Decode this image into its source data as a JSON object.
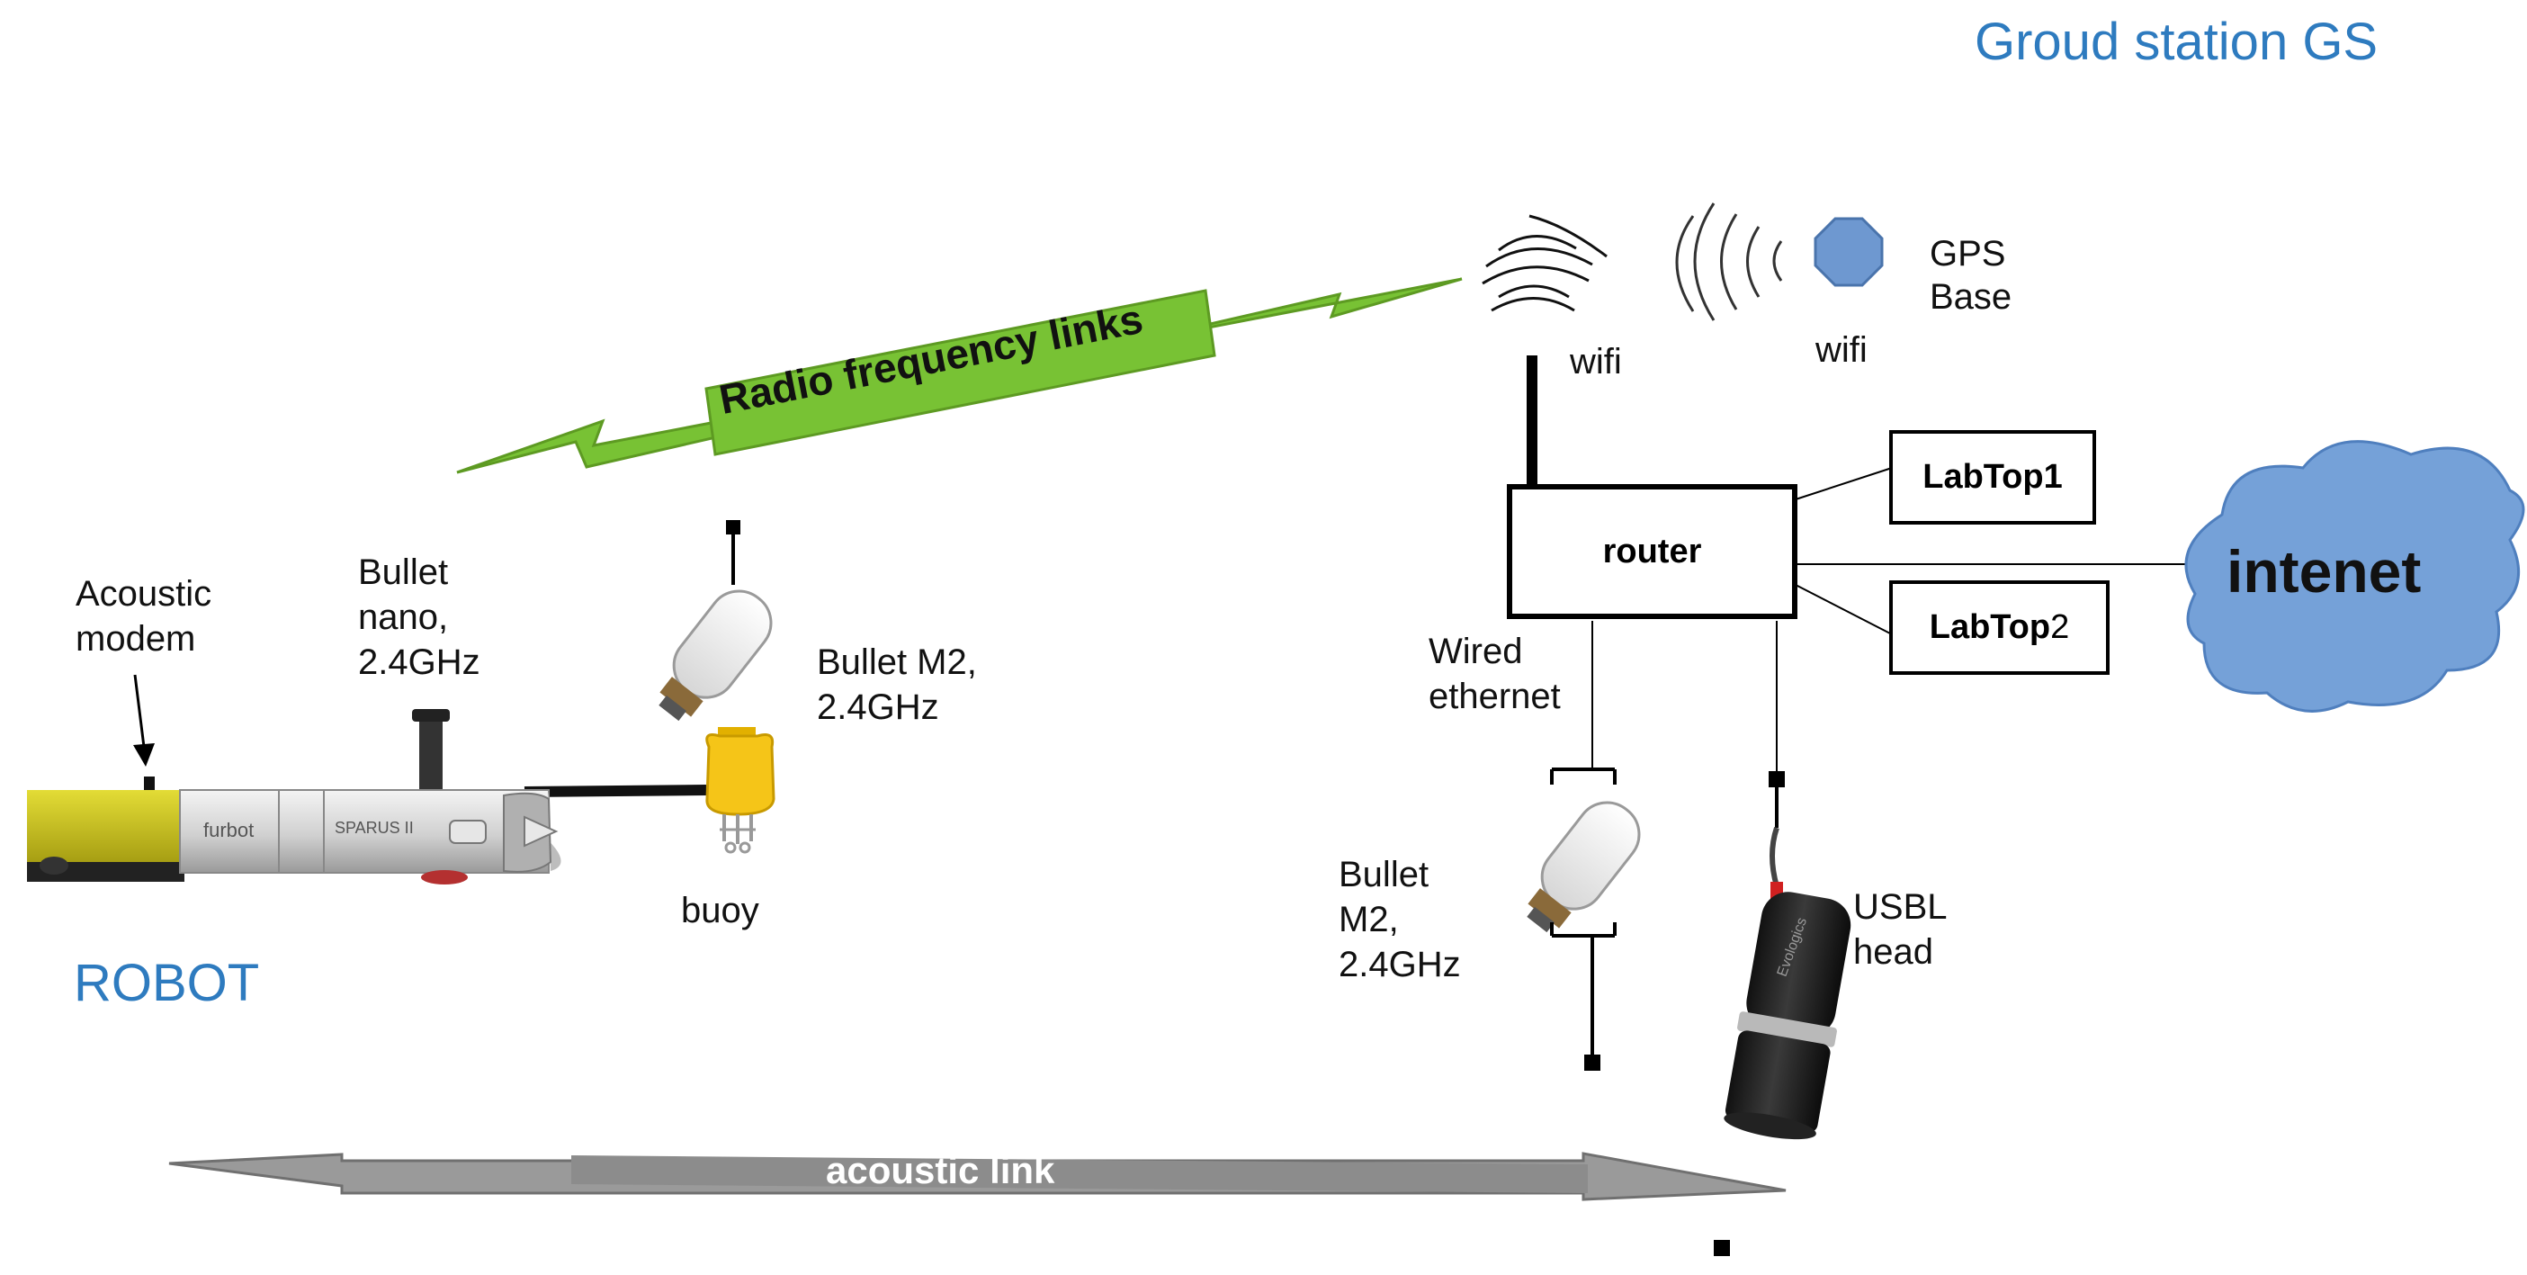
{
  "titles": {
    "ground_station": "Groud station GS",
    "robot": "ROBOT"
  },
  "labels": {
    "acoustic_modem_1": "Acoustic",
    "acoustic_modem_2": "modem",
    "bullet_nano_1": "Bullet",
    "bullet_nano_2": "nano,",
    "bullet_nano_3": "2.4GHz",
    "bullet_m2_buoy_1": "Bullet M2,",
    "bullet_m2_buoy_2": "2.4GHz",
    "buoy": "buoy",
    "wifi_1": "wifi",
    "wifi_2": "wifi",
    "gps_1": "GPS",
    "gps_2": "Base",
    "router": "router",
    "laptop1_a": "LabTop",
    "laptop1_b": " 1",
    "laptop2_a": "LabTop",
    "laptop2_b": " 2",
    "internet": "intenet",
    "wired_1": "Wired",
    "wired_2": "ethernet",
    "bullet_gs_1": "Bullet",
    "bullet_gs_2": "M2,",
    "bullet_gs_3": "2.4GHz",
    "usbl_1": "USBL",
    "usbl_2": "head"
  },
  "links": {
    "radio": "Radio frequency links",
    "acoustic": "acoustic  link"
  },
  "vehicle_markings": {
    "left": "furbot",
    "right": "SPARUS II"
  },
  "colors": {
    "title_blue": "#2e7bbf",
    "radio_green": "#78c234",
    "acoustic_gray": "#8c8c8c",
    "cloud_blue": "#75a1d8",
    "gps_blue": "#6e98d0",
    "buoy_yellow": "#f5c518",
    "robot_yellow": "#c9c21a"
  },
  "icons": [
    "wifi-waves-icon",
    "gps-base-icon",
    "cloud-icon",
    "antenna-icon",
    "usbl-head-icon",
    "robot-auv-icon",
    "buoy-icon"
  ]
}
